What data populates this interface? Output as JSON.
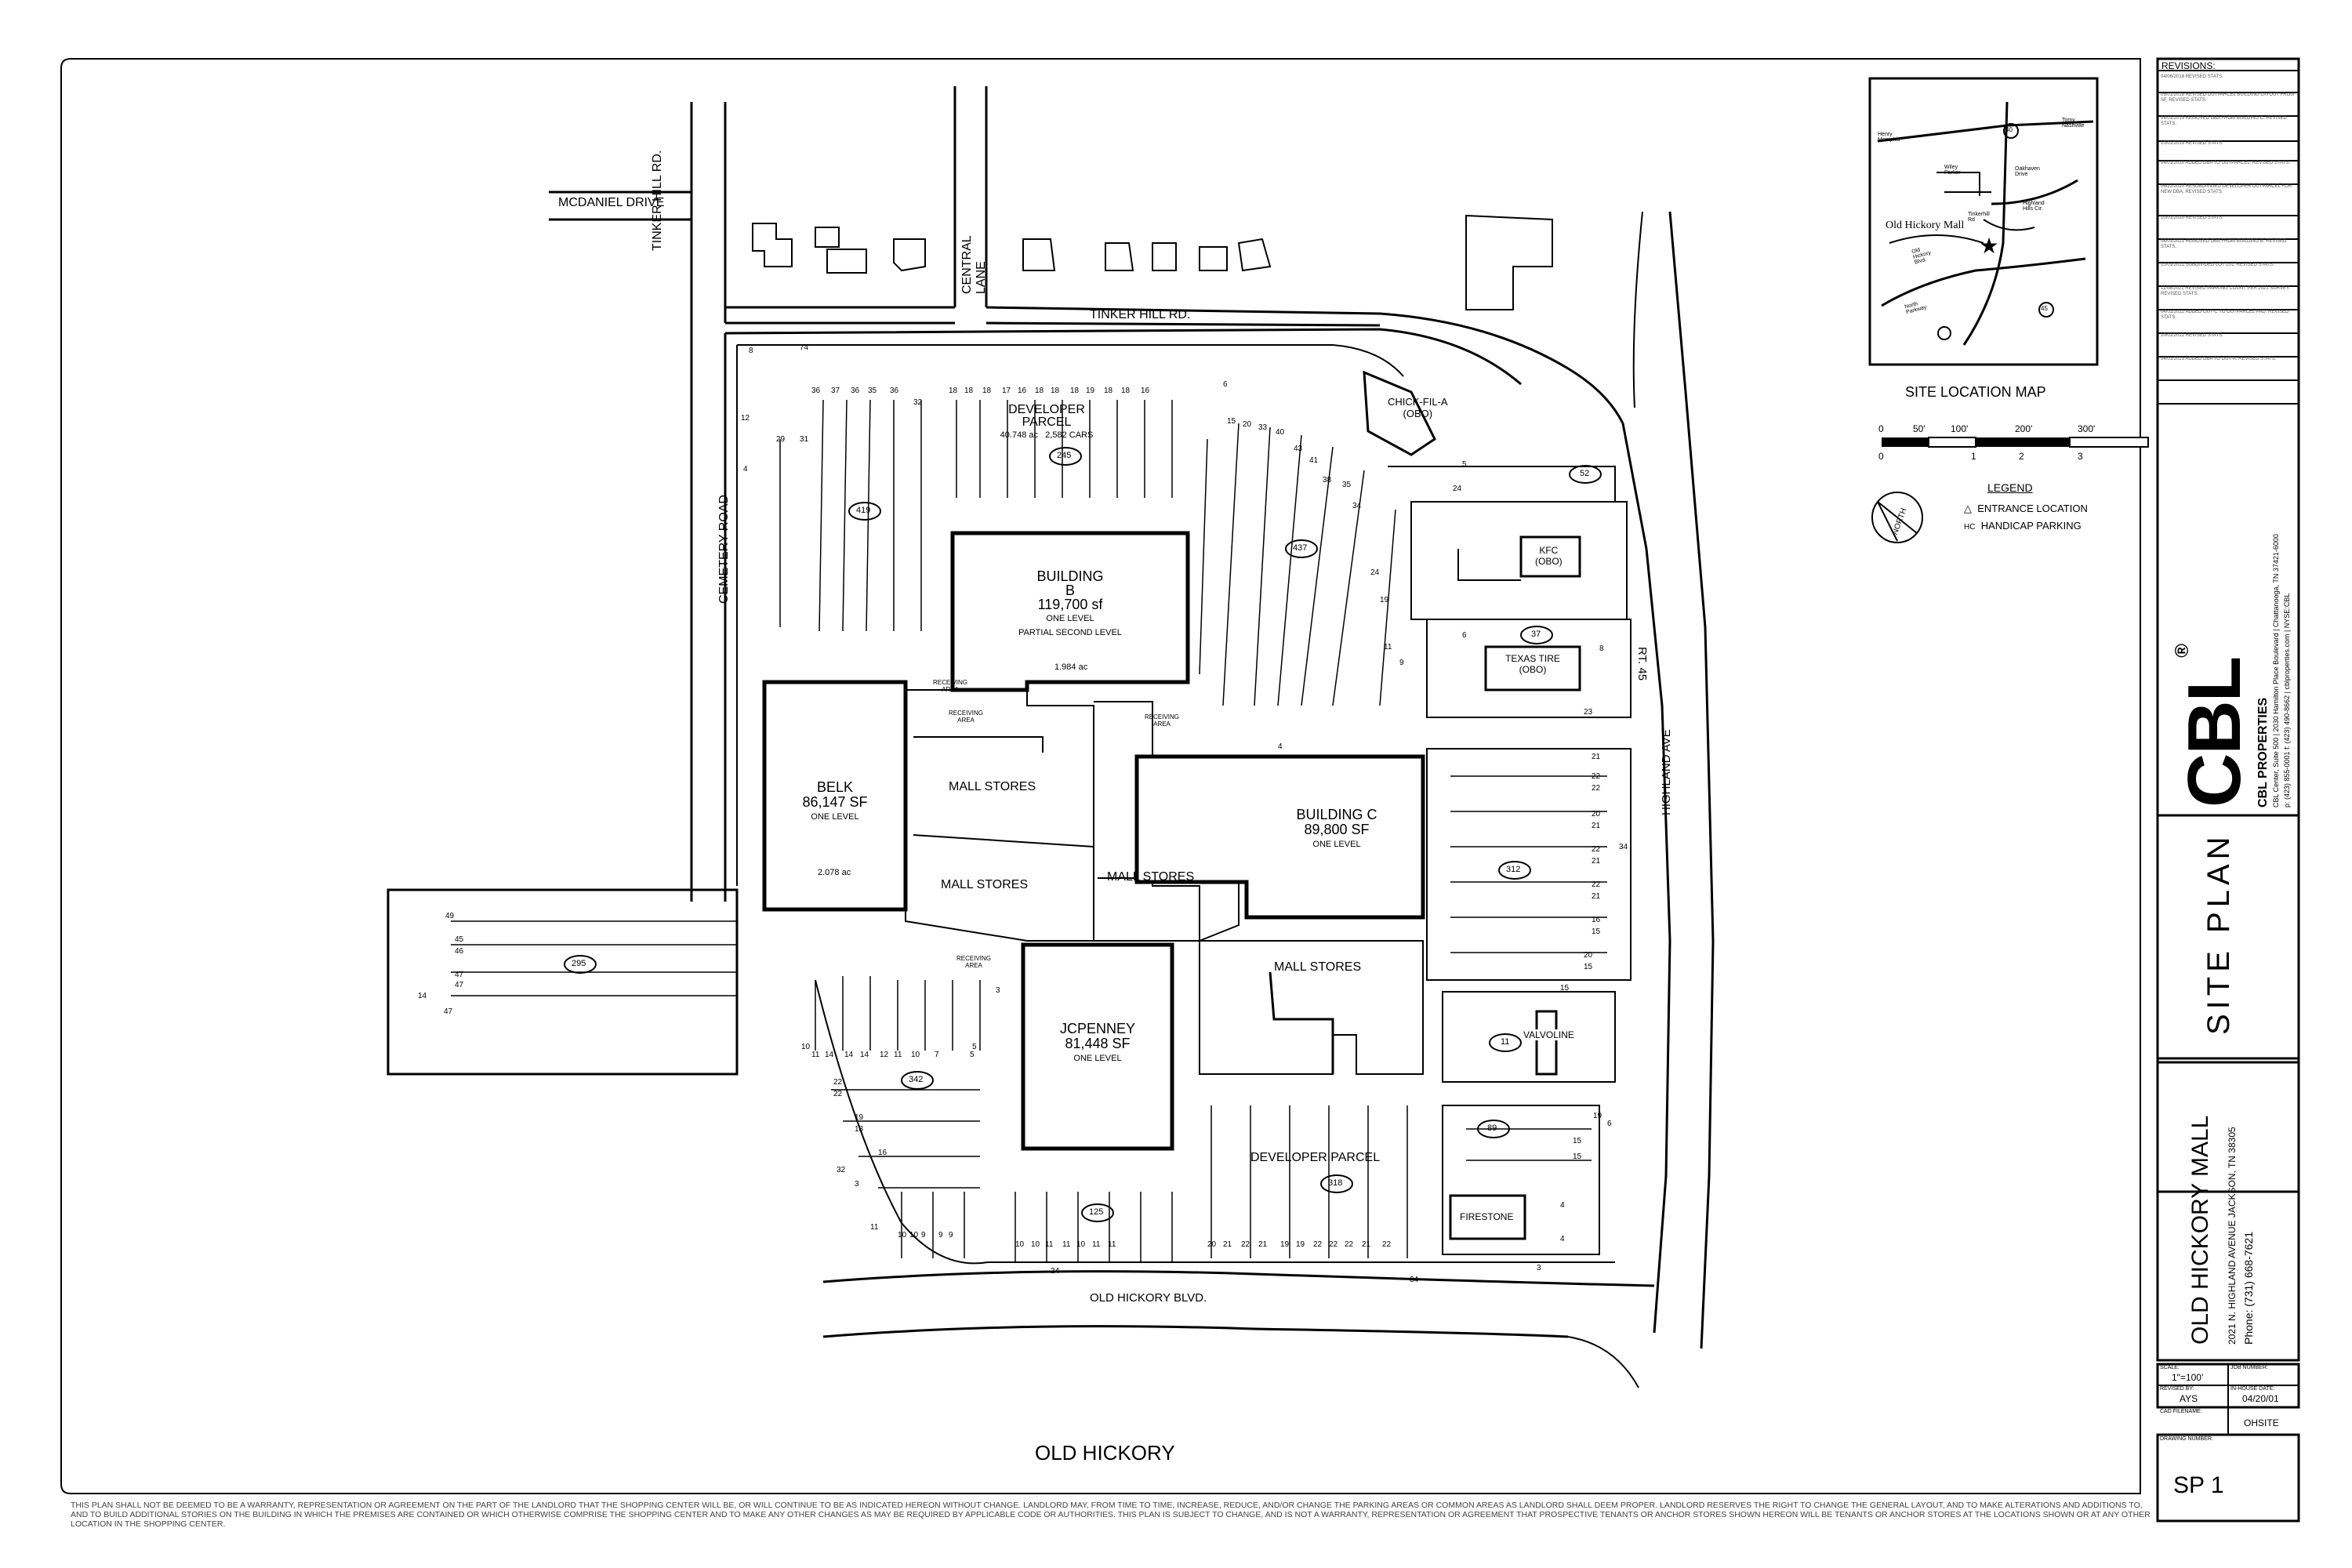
{
  "plan": {
    "title_bottom": "OLD HICKORY",
    "disclaimer": "THIS PLAN SHALL NOT BE DEEMED TO BE A WARRANTY, REPRESENTATION OR AGREEMENT ON THE PART OF THE LANDLORD THAT THE SHOPPING CENTER WILL BE, OR WILL CONTINUE TO BE AS INDICATED HEREON WITHOUT CHANGE. LANDLORD MAY, FROM TIME TO TIME, INCREASE, REDUCE, AND/OR CHANGE THE PARKING AREAS OR COMMON AREAS AS LANDLORD SHALL DEEM PROPER. LANDLORD RESERVES THE RIGHT TO CHANGE THE GENERAL LAYOUT, AND TO MAKE ALTERATIONS AND ADDITIONS TO, AND TO BUILD ADDITIONAL STORIES ON THE BUILDING IN WHICH THE PREMISES ARE CONTAINED OR WHICH OTHERWISE COMPRISE THE SHOPPING CENTER AND TO MAKE ANY OTHER CHANGES AS MAY BE REQUIRED BY APPLICABLE CODE OR AUTHORITIES. THIS PLAN IS SUBJECT TO CHANGE, AND IS NOT A WARRANTY, REPRESENTATION OR AGREEMENT THAT PROSPECTIVE TENANTS OR ANCHOR STORES SHOWN HEREON WILL BE TENANTS OR ANCHOR STORES AT THE LOCATIONS SHOWN OR AT ANY OTHER LOCATION IN THE SHOPPING CENTER."
  },
  "roads": {
    "mcdaniel": "MCDANIEL DRIVE",
    "tinker_v": "TINKER HILL RD.",
    "central": "CENTRAL LANE",
    "tinker_h": "TINKER HILL RD.",
    "cemetery": "CEMETERY ROAD",
    "rt45": "RT. 45",
    "highland": "HIGHLAND AVE",
    "blvd": "OLD HICKORY BLVD."
  },
  "buildings": {
    "b_name": "BUILDING",
    "b_letter": "B",
    "b_sf": "119,700 sf",
    "b_level": "ONE LEVEL",
    "b_level2": "PARTIAL SECOND LEVEL",
    "b_ac": "1.984 ac",
    "belk_name": "BELK",
    "belk_sf": "86,147 SF",
    "belk_level": "ONE LEVEL",
    "belk_ac": "2.078 ac",
    "c_name": "BUILDING C",
    "c_sf": "89,800 SF",
    "c_level": "ONE LEVEL",
    "jcp_name": "JCPENNEY",
    "jcp_sf": "81,448 SF",
    "jcp_level": "ONE LEVEL",
    "mall_stores": "MALL STORES",
    "receiving": "RECEIVING",
    "area": "AREA",
    "dev_parcel": "DEVELOPER PARCEL",
    "dev_ac": "40.748 ac",
    "dev_cars": "2,582 CARS",
    "chick": "CHICK-FIL-A",
    "kfc": "KFC",
    "obo": "(OBO)",
    "texas": "TEXAS TIRE",
    "vairvoline": "VALVOLINE",
    "firestone": "FIRESTONE"
  },
  "lots": {
    "l419": "419",
    "l245": "245",
    "l437": "437",
    "l52": "52",
    "l37": "37",
    "l312": "312",
    "l295": "295",
    "l342": "342",
    "l11": "11",
    "l89": "89",
    "l318": "318",
    "l125": "125"
  },
  "stall_counts": {
    "top_row": [
      "36",
      "37",
      "36",
      "35",
      "36",
      "32",
      "18",
      "18",
      "18",
      "17",
      "16",
      "18",
      "18",
      "18",
      "19",
      "18",
      "18",
      "16"
    ],
    "left_col": [
      "29",
      "31"
    ],
    "bottom_row": [
      "10",
      "10",
      "9",
      "9",
      "9",
      "11",
      "10",
      "10",
      "11",
      "11",
      "10",
      "11",
      "11",
      "20",
      "21",
      "22",
      "21",
      "19",
      "19",
      "22",
      "22",
      "22",
      "21",
      "22"
    ],
    "mid_row": [
      "10",
      "11",
      "14",
      "14",
      "14",
      "12",
      "11",
      "10",
      "7",
      "5"
    ],
    "diag": [
      "15",
      "20",
      "33",
      "40",
      "43",
      "41",
      "38",
      "35",
      "34",
      "24",
      "19",
      "11",
      "9",
      "6"
    ],
    "right_col": [
      "21",
      "22",
      "22",
      "20",
      "21",
      "22",
      "21",
      "22",
      "21",
      "16",
      "15",
      "20",
      "15",
      "15",
      "34"
    ],
    "west_lot": [
      "49",
      "45",
      "46",
      "47",
      "47",
      "14",
      "47"
    ],
    "misc": [
      "8",
      "74",
      "12",
      "4",
      "4",
      "6",
      "5",
      "24",
      "8",
      "23",
      "3",
      "22",
      "22",
      "19",
      "18",
      "16",
      "32",
      "3",
      "24",
      "34",
      "5",
      "19",
      "6",
      "15",
      "15",
      "4",
      "4",
      "3"
    ]
  },
  "map": {
    "site_location_title": "SITE LOCATION MAP",
    "old_hickory_mall": "Old Hickory Mall",
    "labels": [
      "Henry Memphis",
      "Tomy Nashville",
      "Wiley Parker",
      "Oakhaven Drive",
      "Highland Hills Cir.",
      "Tinkerhill Rd",
      "Old Hickory Blvd.",
      "North Parkway"
    ],
    "route_45": "45",
    "route_40": "40"
  },
  "scale": {
    "ticks": [
      "0",
      "50'",
      "100'",
      "200'",
      "300'"
    ],
    "ticks_bottom": [
      "0",
      "1",
      "2",
      "3"
    ]
  },
  "legend": {
    "title": "LEGEND",
    "entrance_symbol": "△",
    "entrance": "ENTRANCE LOCATION",
    "handicap_symbol": "HC",
    "handicap": "HANDICAP PARKING",
    "north": "NORTH"
  },
  "title_block": {
    "revisions_title": "REVISIONS:",
    "revisions": [
      "04/06/2018 REVISED STATS.",
      "05/01/2018 REVISED OUTPARCEL BUILDING LAYOUT FROM SF, REVISED STATS.",
      "04/01/2019 REMOVED DBA FROM BUILDING C. REVISED STATS.",
      "10/01/2019 REVISED STATS.",
      "04/01/2020 ADDED DBA TO OUTPARCEL. REVISED STATS.",
      "06/22/2020 RESUBDIVIDED DEVELOPER OUTPARCEL FOR NEW DBA, REVISED STATS.",
      "10/01/2020 REVISED STATS.",
      "04/01/2021 REMOVED DBA FROM BUILDING B. REVISED STATS.",
      "10/01/2021 SUBDIVIDED LOT 201. REVISED STATS.",
      "11/08/2021 REVISED PARKING COUNT PER 2021 SURVEY. REVISED STATS.",
      "04/01/2022 ADDED OUT-C TO OUTPARCEL PAD. REVISED STATS.",
      "10/01/2022 REVISED STATS.",
      "04/01/2023 ADDED DBA TO OUT-A. REVISED STATS."
    ],
    "cbl_logo": "CBL",
    "cbl_reg": "®",
    "cbl_properties": "CBL PROPERTIES",
    "cbl_address": "CBL Center, Suite 500 | 2030 Hamilton Place Boulevard | Chattanooga, TN 37421-6000",
    "cbl_phone": "p: (423) 855-0001  f: (423) 490-8662 | cblproperties.com | NYSE:CBL",
    "sheet_title": "SITE PLAN",
    "mall_name": "OLD HICKORY MALL",
    "mall_address": "2021 N. HIGHLAND AVENUE   JACKSON, TN  38305",
    "mall_phone": "Phone: (731) 668-7621",
    "scale_label": "SCALE:",
    "scale_value": "1\"=100'",
    "job_label": "JOB NUMBER:",
    "job_value": "",
    "revised_label": "REVISED BY:",
    "revised_value": "AYS",
    "inhouse_label": "IN-HOUSE DATE:",
    "inhouse_value": "04/20/01",
    "cad_label": "CAD FILENAME:",
    "cad_value": "OHSITE",
    "drawing_label": "DRAWING NUMBER:",
    "drawing_value": "SP 1"
  }
}
